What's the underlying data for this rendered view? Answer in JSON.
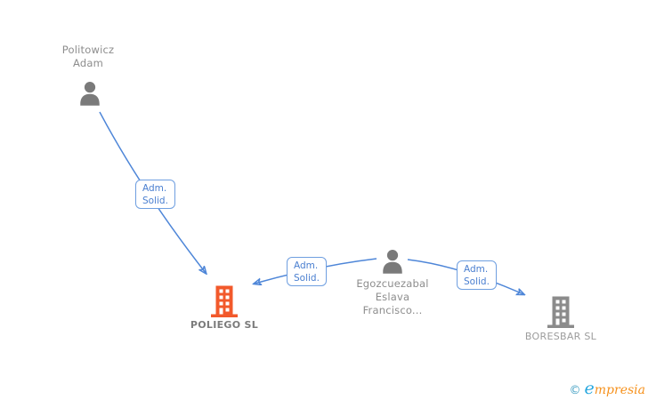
{
  "colors": {
    "arrow_blue": "#4e86d8",
    "label_border_blue": "#6f9fe0",
    "label_text_blue": "#4a7fd0",
    "company_primary_orange": "#f2592b",
    "company_secondary_gray": "#8b8b8b",
    "person_icon_gray": "#7a7a7a",
    "name_text_gray": "#8d8d8d"
  },
  "nodes": {
    "person_politowicz": {
      "name": "Politowicz\nAdam",
      "icon": "person-icon"
    },
    "person_egozcuezabal": {
      "name": "Egozcuezabal\nEslava\nFrancisco...",
      "icon": "person-icon"
    },
    "company_poliego": {
      "name": "POLIEGO SL",
      "icon": "building-icon",
      "color": "#f2592b"
    },
    "company_boresbar": {
      "name": "BORESBAR SL",
      "icon": "building-icon",
      "color": "#8b8b8b"
    }
  },
  "edges": [
    {
      "from": "Politowicz Adam",
      "to": "POLIEGO SL",
      "label": "Adm.\nSolid."
    },
    {
      "from": "Egozcuezabal Eslava Francisco...",
      "to": "POLIEGO SL",
      "label": "Adm.\nSolid."
    },
    {
      "from": "Egozcuezabal Eslava Francisco...",
      "to": "BORESBAR SL",
      "label": "Adm.\nSolid."
    }
  ],
  "watermark": {
    "copyright": "©",
    "brand_initial": "e",
    "brand_rest": "mpresia"
  }
}
